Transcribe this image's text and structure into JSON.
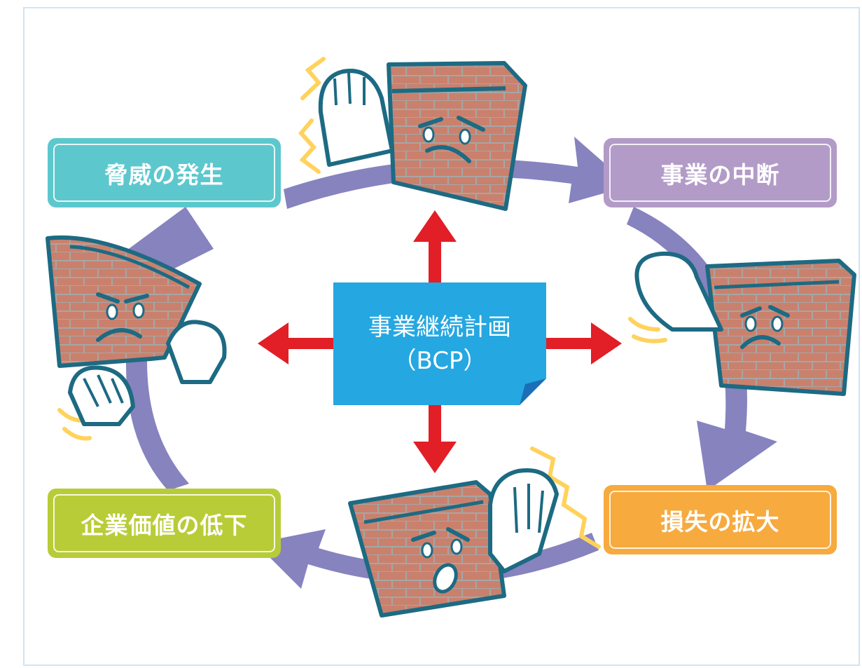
{
  "center": {
    "title": "事業継続計画",
    "subtitle": "（BCP）"
  },
  "stages": [
    {
      "id": "threat",
      "label": "脅威の発生",
      "color": "#5cc8cd"
    },
    {
      "id": "interruption",
      "label": "事業の中断",
      "color": "#b39bc8"
    },
    {
      "id": "loss",
      "label": "損失の拡大",
      "color": "#f7aa3e"
    },
    {
      "id": "value",
      "label": "企業価値の低下",
      "color": "#b8cc37"
    }
  ],
  "colors": {
    "cycle_arrow": "#8683bf",
    "push_arrow": "#e21e26",
    "center_box": "#25a7e1",
    "wall_brick": "#c9816d",
    "outline": "#1d6a83",
    "frame_border": "#cfe4f3"
  },
  "characters": [
    {
      "icon": "brick-wall-character-top"
    },
    {
      "icon": "brick-wall-character-right"
    },
    {
      "icon": "brick-wall-character-bottom"
    },
    {
      "icon": "brick-wall-character-left"
    }
  ]
}
